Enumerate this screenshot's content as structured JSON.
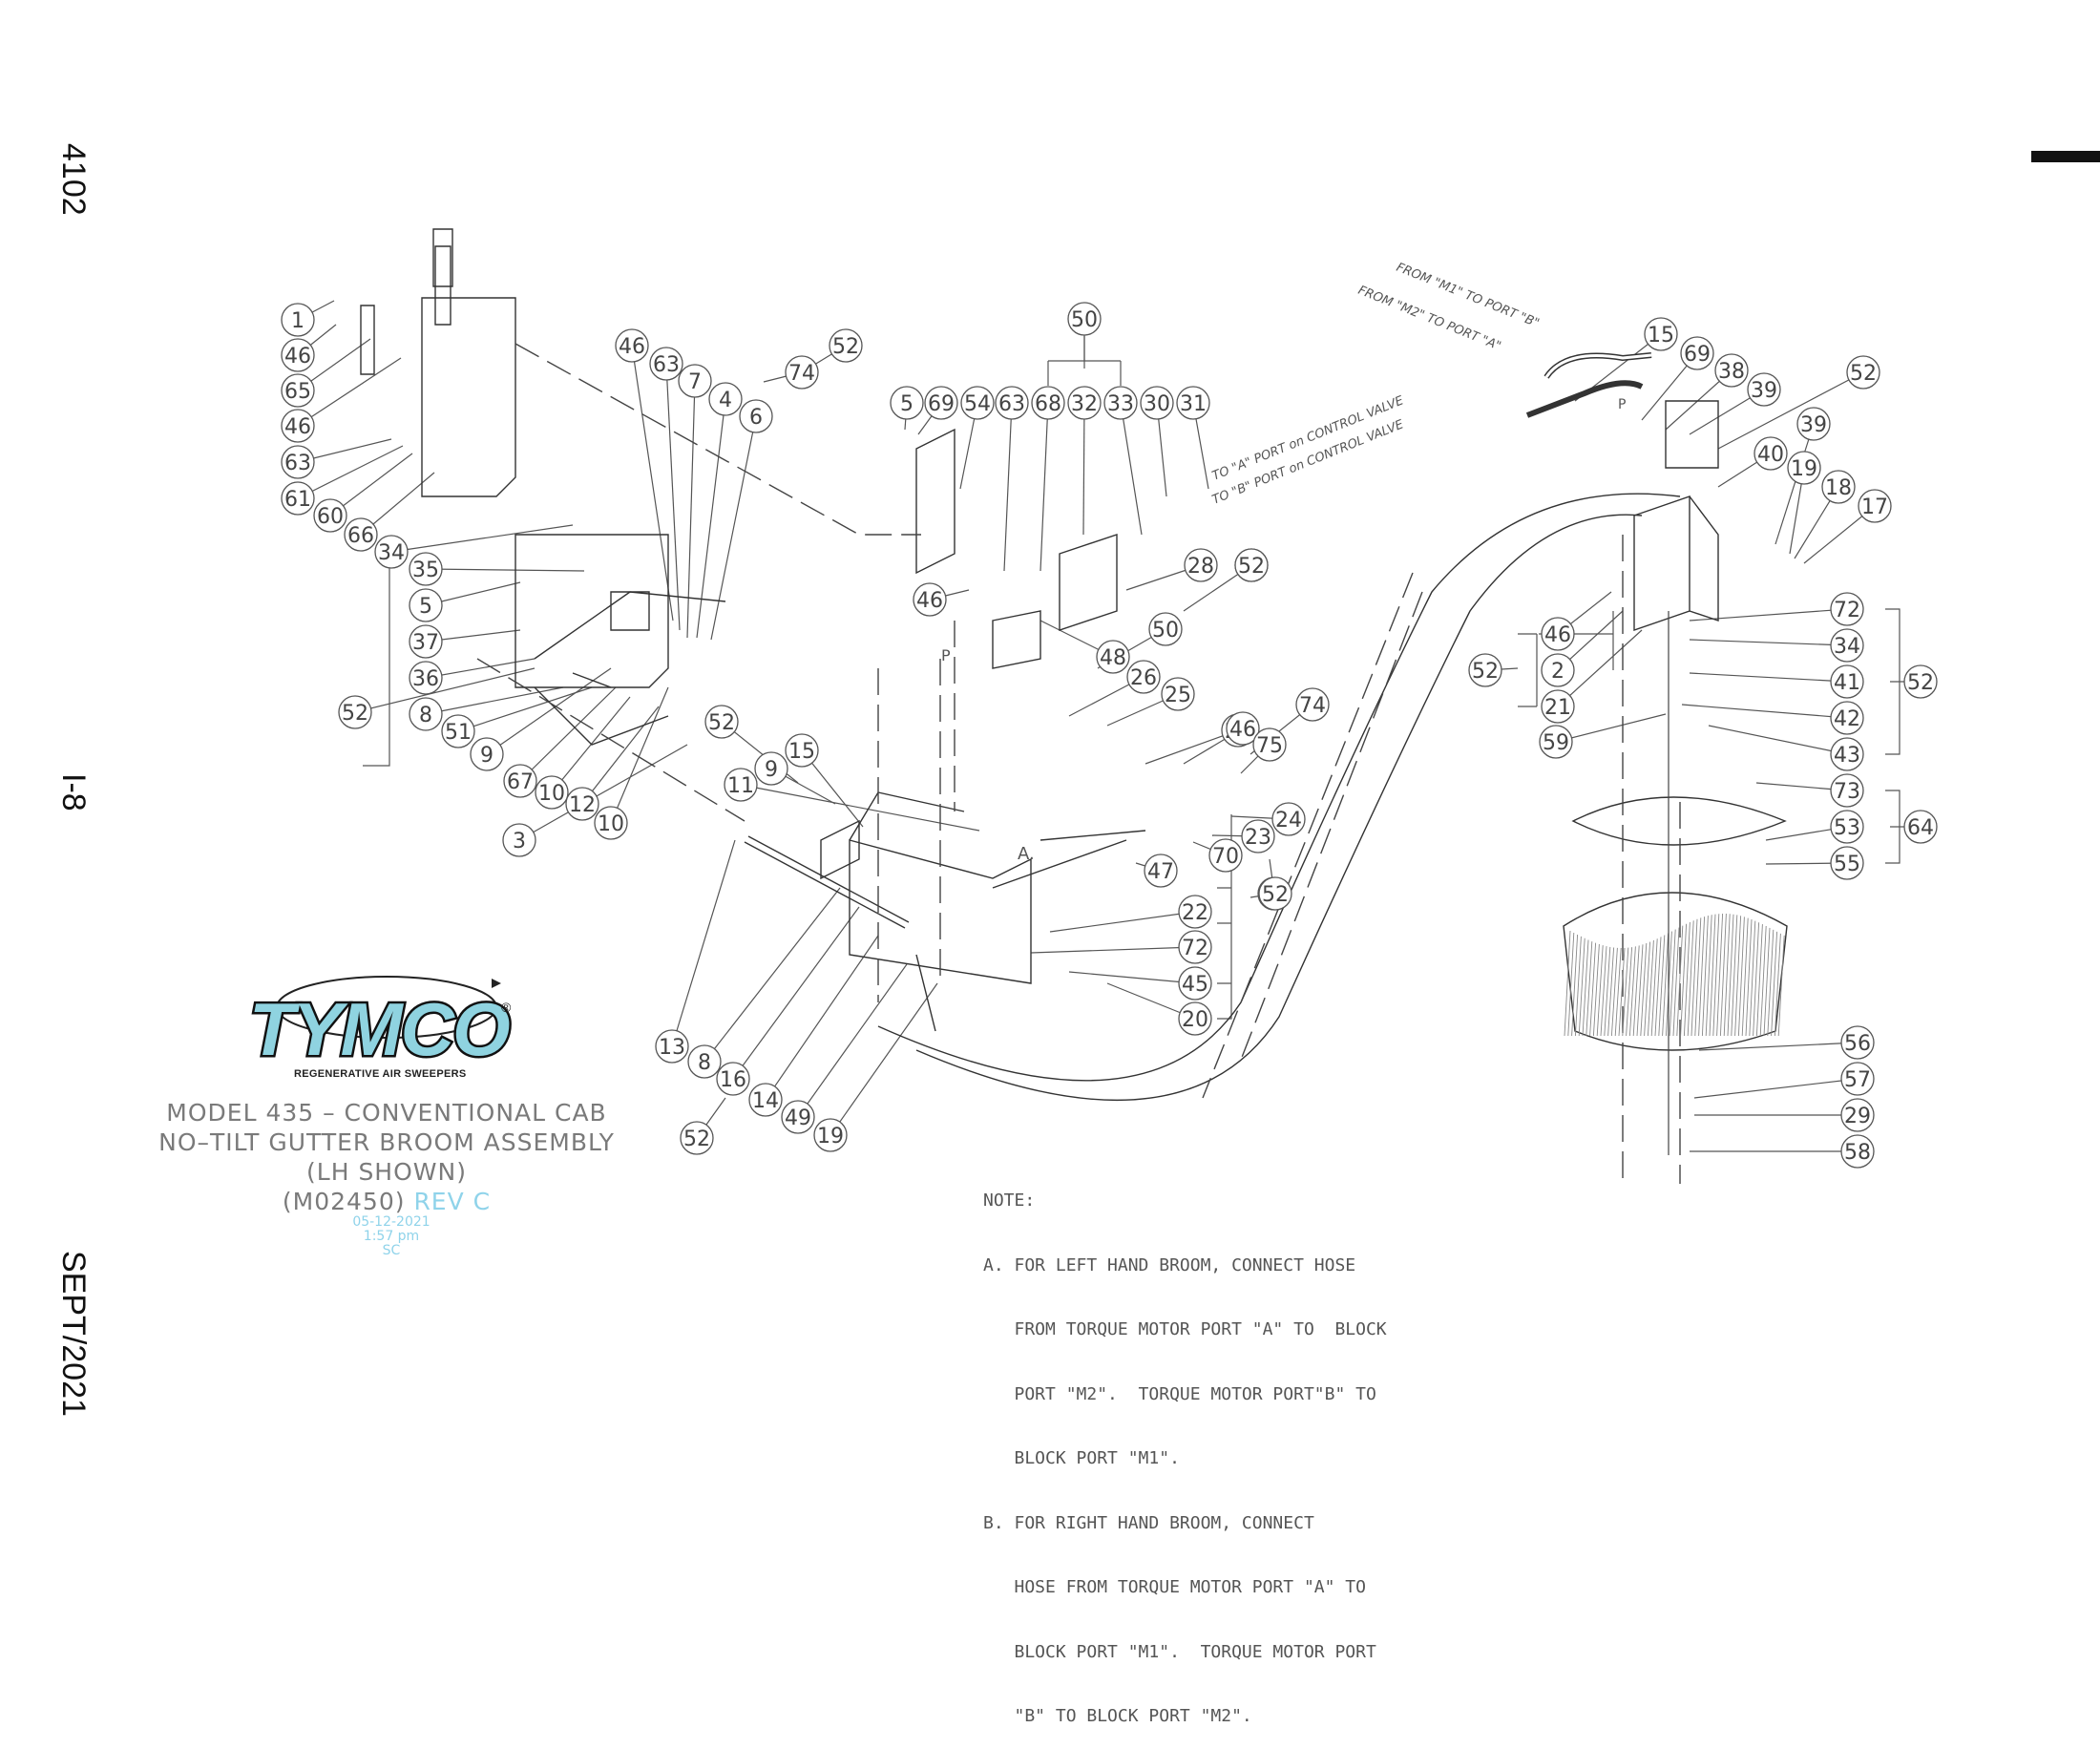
{
  "margin": {
    "page_code": "4102",
    "section": "I-8",
    "date": "SEPT/2021"
  },
  "logo": {
    "brand": "TYMCO",
    "subtitle": "REGENERATIVE AIR SWEEPERS",
    "registered": "®"
  },
  "title_block": {
    "line1": "MODEL 435 – CONVENTIONAL CAB",
    "line2": "NO–TILT GUTTER BROOM ASSEMBLY",
    "line3": "(LH SHOWN)",
    "part_number": "(M02450)",
    "revision": "REV C",
    "stamp_date": "05-12-2021",
    "stamp_time": "1:57 pm",
    "stamp_initials": "SC"
  },
  "notes": {
    "heading": "NOTE:",
    "a_line1": "A. FOR LEFT HAND BROOM, CONNECT HOSE",
    "a_line2": "   FROM TORQUE MOTOR PORT \"A\" TO  BLOCK",
    "a_line3": "   PORT \"M2\".  TORQUE MOTOR PORT\"B\" TO",
    "a_line4": "   BLOCK PORT \"M1\".",
    "b_line1": "B. FOR RIGHT HAND BROOM, CONNECT",
    "b_line2": "   HOSE FROM TORQUE MOTOR PORT \"A\" TO",
    "b_line3": "   BLOCK PORT \"M1\".  TORQUE MOTOR PORT",
    "b_line4": "   \"B\" TO BLOCK PORT \"M2\"."
  },
  "hose_labels": {
    "to_a_port": "TO \"A\" PORT on CONTROL VALVE",
    "to_b_port": "TO \"B\" PORT on CONTROL VALVE",
    "from_m1": "FROM \"M1\" TO PORT \"B\"",
    "from_m2": "FROM \"M2\" TO PORT \"A\"",
    "pressure_p": "P",
    "pressure_p2": "P",
    "note_ref_a": "A."
  },
  "callouts": {
    "left_bracket": [
      "1",
      "46",
      "65",
      "46",
      "63",
      "61",
      "60",
      "66"
    ],
    "left_assembly": [
      "34",
      "35",
      "5",
      "37",
      "36",
      "8",
      "52",
      "51",
      "9",
      "67",
      "10",
      "12",
      "3",
      "10"
    ],
    "upper_mid": [
      "46",
      "63",
      "7",
      "4",
      "6",
      "74",
      "52"
    ],
    "valve_group": [
      "5",
      "69",
      "54",
      "63",
      "68",
      "32",
      "33",
      "30",
      "31",
      "52",
      "50"
    ],
    "valve_lower": [
      "46",
      "28",
      "52",
      "48",
      "50",
      "26",
      "25",
      "27",
      "46",
      "75",
      "74",
      "52"
    ],
    "linkage": [
      "52",
      "9",
      "15",
      "11",
      "24",
      "23",
      "70",
      "47",
      "52",
      "22",
      "72",
      "45",
      "20"
    ],
    "spring_group": [
      "13",
      "8",
      "16",
      "14",
      "49",
      "19",
      "52"
    ],
    "motor_group": [
      "15",
      "69",
      "38",
      "39",
      "52",
      "40",
      "39",
      "19",
      "18",
      "17"
    ],
    "broom_group": [
      "46",
      "2",
      "21",
      "52",
      "59",
      "72",
      "34",
      "41",
      "52",
      "42",
      "43",
      "73",
      "53",
      "64",
      "55",
      "56",
      "57",
      "29",
      "58"
    ]
  }
}
